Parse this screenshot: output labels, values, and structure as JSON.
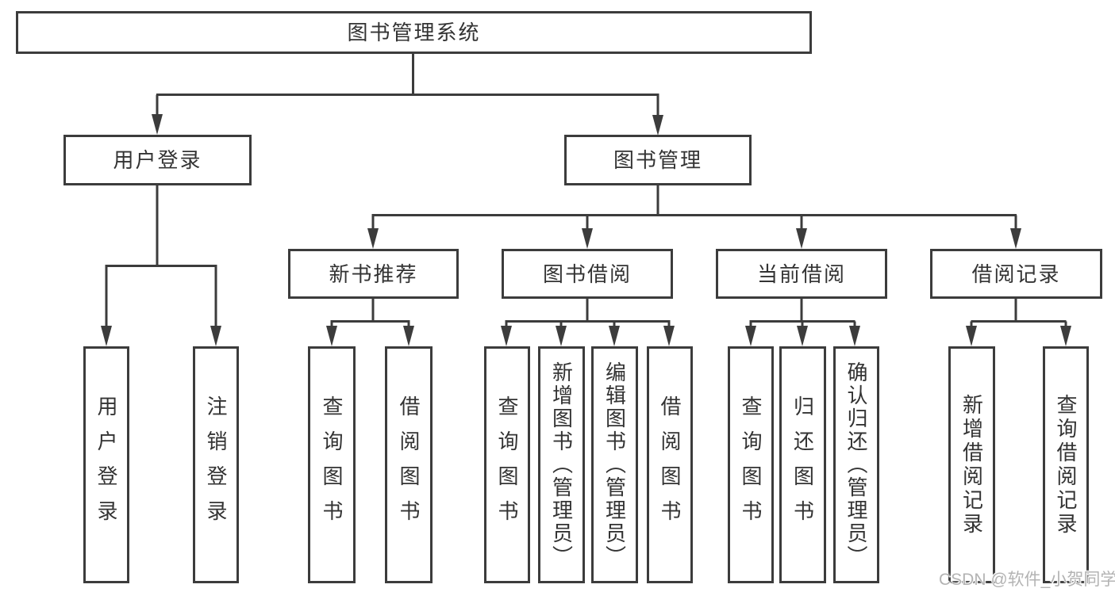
{
  "diagram": {
    "tree": {
      "label": "图书管理系统",
      "children": [
        {
          "label": "用户登录",
          "children": [
            {
              "label": "用户登录"
            },
            {
              "label": "注销登录"
            }
          ]
        },
        {
          "label": "图书管理",
          "children": [
            {
              "label": "新书推荐",
              "children": [
                {
                  "label": "查询图书"
                },
                {
                  "label": "借阅图书"
                }
              ]
            },
            {
              "label": "图书借阅",
              "children": [
                {
                  "label": "查询图书"
                },
                {
                  "label": "新增图书（管理员）"
                },
                {
                  "label": "编辑图书（管理员）"
                },
                {
                  "label": "借阅图书"
                }
              ]
            },
            {
              "label": "当前借阅",
              "children": [
                {
                  "label": "查询图书"
                },
                {
                  "label": "归还图书"
                },
                {
                  "label": "确认归还（管理员）"
                }
              ]
            },
            {
              "label": "借阅记录",
              "children": [
                {
                  "label": "新增借阅记录"
                },
                {
                  "label": "查询借阅记录"
                }
              ]
            }
          ]
        }
      ]
    },
    "colors": {
      "line": "#3c3c3c",
      "text": "#333333",
      "background": "#ffffff",
      "watermark": "#b3b3b3"
    }
  },
  "watermark": {
    "text": "CSDN @软件_小贺同学"
  }
}
